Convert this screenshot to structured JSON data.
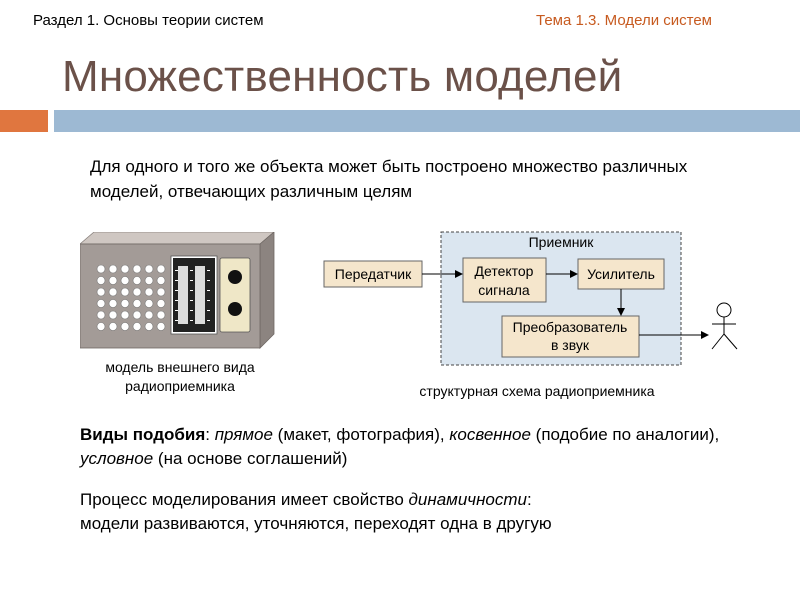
{
  "header": {
    "section": "Раздел 1. Основы теории систем",
    "topic": "Тема 1.3. Модели систем"
  },
  "title": "Множественность моделей",
  "intro": "Для одного и того же объекта может быть построено множество различных моделей, отвечающих различным целям",
  "radio_caption": "модель внешнего вида радиоприемника",
  "diagram": {
    "receiver_label": "Приемник",
    "transmitter": "Передатчик",
    "detector_line1": "Детектор",
    "detector_line2": "сигнала",
    "amplifier": "Усилитель",
    "converter_line1": "Преобразователь",
    "converter_line2": "в звук",
    "caption": "структурная схема радиоприемника"
  },
  "similarity": {
    "heading": "Виды подобия",
    "sep1": ": ",
    "direct": "прямое",
    "direct_note": " (макет, фотография), ",
    "indirect": "косвенное",
    "indirect_note": " (подобие по аналогии), ",
    "conditional": "условное",
    "conditional_note": " (на основе соглашений)"
  },
  "process": {
    "text1": "Процесс моделирования имеет свойство ",
    "dynamic": "динамичности",
    "text2": ":",
    "line2": "модели развиваются, уточняются, переходят одна в другую"
  },
  "colors": {
    "title": "#6b5149",
    "accent_orange": "#e0763f",
    "accent_blue": "#9db9d3",
    "header_orange": "#c75a1f",
    "box_fill": "#f5e6cc",
    "receiver_fill": "#dbe6f0"
  }
}
